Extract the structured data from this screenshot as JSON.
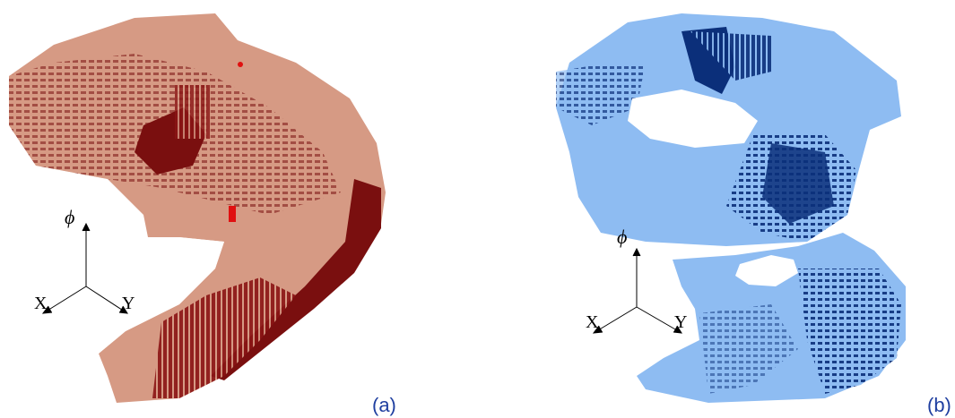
{
  "panels": [
    {
      "caption": "(a)",
      "colors": {
        "light": "#d69a84",
        "dark": "#7a0f0f",
        "highlight": "#e01010"
      },
      "axes": {
        "vertical": "ϕ",
        "x": "X",
        "y": "Y"
      }
    },
    {
      "caption": "(b)",
      "colors": {
        "light": "#8ebcf2",
        "dark": "#0b2f7a"
      },
      "axes": {
        "vertical": "ϕ",
        "x": "X",
        "y": "Y"
      }
    }
  ]
}
